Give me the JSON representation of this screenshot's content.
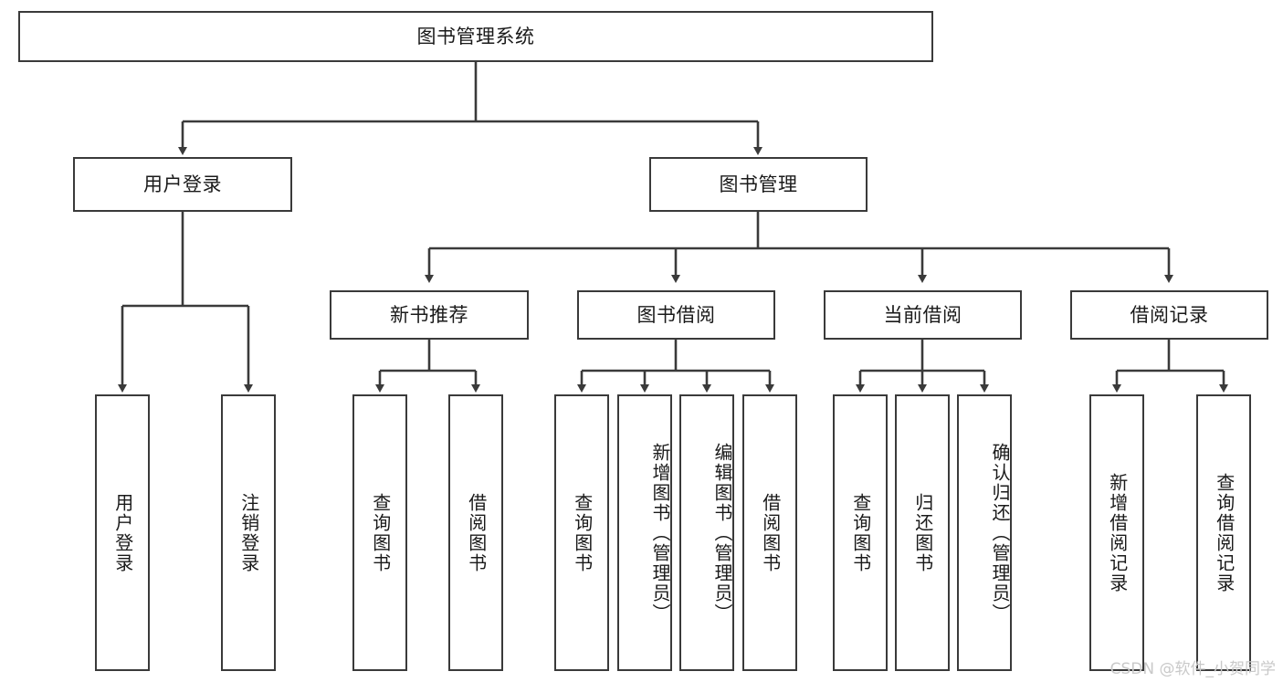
{
  "diagram": {
    "type": "tree-hierarchy",
    "title": "图书管理系统",
    "watermark": "CSDN @软件_小贺同学",
    "colors": {
      "stroke": "#3a3a3a",
      "fill": "#ffffff",
      "text": "#1a1a1a",
      "watermark": "#c9c9c9"
    },
    "nodes": {
      "root": {
        "label": "图书管理系统",
        "level": 0,
        "orientation": "horizontal"
      },
      "level1": [
        {
          "id": "user-login",
          "label": "用户登录",
          "orientation": "horizontal"
        },
        {
          "id": "book-manage",
          "label": "图书管理",
          "orientation": "horizontal"
        }
      ],
      "level2": [
        {
          "id": "new-book-recommend",
          "label": "新书推荐",
          "orientation": "horizontal"
        },
        {
          "id": "book-borrow",
          "label": "图书借阅",
          "orientation": "horizontal"
        },
        {
          "id": "current-borrow",
          "label": "当前借阅",
          "orientation": "horizontal"
        },
        {
          "id": "borrow-record",
          "label": "借阅记录",
          "orientation": "horizontal"
        }
      ],
      "leaves": {
        "user-login": [
          {
            "id": "leaf-user-login",
            "label": "用户登录",
            "orientation": "vertical"
          },
          {
            "id": "leaf-logout-login",
            "label": "注销登录",
            "orientation": "vertical"
          }
        ],
        "new-book-recommend": [
          {
            "id": "leaf-query-book-1",
            "label": "查询图书",
            "orientation": "vertical"
          },
          {
            "id": "leaf-borrow-book-1",
            "label": "借阅图书",
            "orientation": "vertical"
          }
        ],
        "book-borrow": [
          {
            "id": "leaf-query-book-2",
            "label": "查询图书",
            "orientation": "vertical"
          },
          {
            "id": "leaf-add-book",
            "label": "新增图书（管理员）",
            "orientation": "vertical"
          },
          {
            "id": "leaf-edit-book",
            "label": "编辑图书（管理员）",
            "orientation": "vertical"
          },
          {
            "id": "leaf-borrow-book-2",
            "label": "借阅图书",
            "orientation": "vertical"
          }
        ],
        "current-borrow": [
          {
            "id": "leaf-query-book-3",
            "label": "查询图书",
            "orientation": "vertical"
          },
          {
            "id": "leaf-return-book",
            "label": "归还图书",
            "orientation": "vertical"
          },
          {
            "id": "leaf-confirm-return",
            "label": "确认归还（管理员）",
            "orientation": "vertical"
          }
        ],
        "borrow-record": [
          {
            "id": "leaf-add-record",
            "label": "新增借阅记录",
            "orientation": "vertical"
          },
          {
            "id": "leaf-query-record",
            "label": "查询借阅记录",
            "orientation": "vertical"
          }
        ]
      }
    }
  }
}
